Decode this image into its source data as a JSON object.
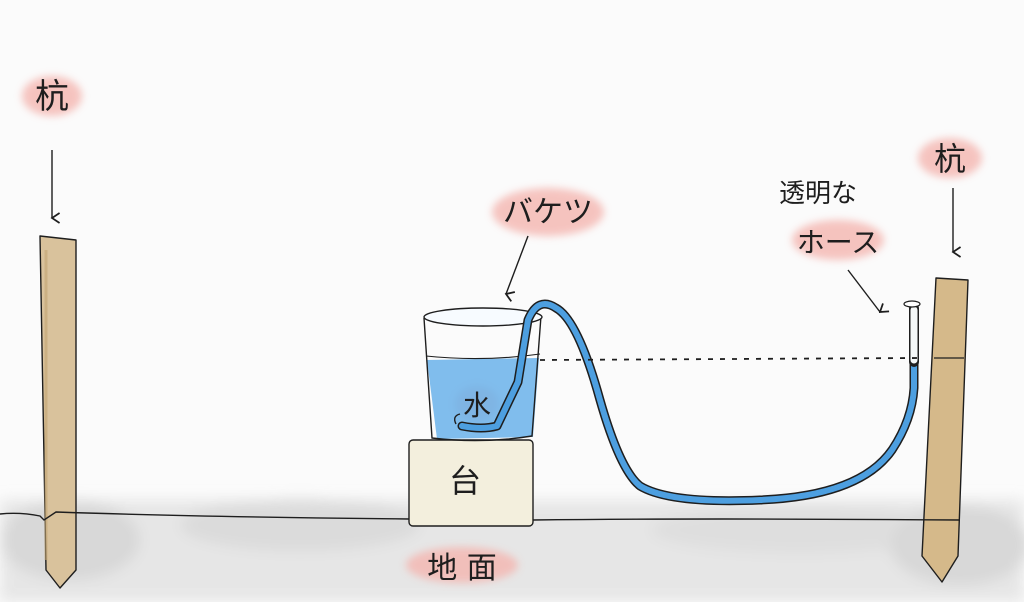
{
  "labels": {
    "stake_left": "杭",
    "stake_right": "杭",
    "bucket": "バケツ",
    "hose_line1": "透明な",
    "hose_line2": "ホース",
    "water": "水",
    "stand": "台",
    "ground": "地 面"
  },
  "colors": {
    "water": "#4d9fe0",
    "water_light": "#9fd0f2",
    "stake": "#d9c29c",
    "stake_dark": "#b99868",
    "highlight": "#f4b6b0",
    "ground_shadow": "#d4d4d4",
    "outline": "#1e1e1e"
  }
}
